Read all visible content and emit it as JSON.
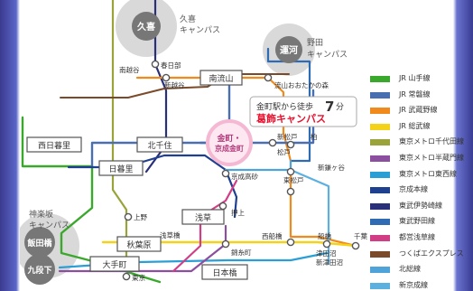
{
  "campuses": {
    "kuki": {
      "badge": "久喜",
      "label_line1": "久喜",
      "label_line2": "キャンパス"
    },
    "unga": {
      "badge": "運河",
      "label_line1": "野田",
      "label_line2": "キャンパス"
    },
    "kagurazaka": {
      "badge1": "飯田橋",
      "badge2": "九段下",
      "label_line1": "神楽坂",
      "label_line2": "キャンパス"
    },
    "katsushika": {
      "callout_line1": "金町駅から徒歩",
      "callout_number": "7",
      "callout_unit": "分",
      "callout_line2": "葛飾キャンパス",
      "station_line1": "金町・",
      "station_line2": "京成金町"
    }
  },
  "stations": {
    "kasukabe": "春日部",
    "minamikoshigaya": "南越谷",
    "shinkoshigaya": "新越谷",
    "minaminagareyama": "南流山",
    "nagareyama_otaka": "流山おおたかの森",
    "nishinippori": "西日暮里",
    "kitasenju": "北千住",
    "shinmatsudo": "新松戸",
    "kashiwa": "柏",
    "matsudo": "松戸",
    "shinkamagaya": "新鎌ヶ谷",
    "keisei_takasago": "京成高砂",
    "higashimatsudo": "東松戸",
    "nippori": "日暮里",
    "ueno": "上野",
    "asakusa": "浅草",
    "oshiage": "押上",
    "akihabara": "秋葉原",
    "asakusabashi": "浅草橋",
    "kinshicho": "錦糸町",
    "nishifunabashi": "西船橋",
    "funabashi": "船橋",
    "chiba": "千葉",
    "tsudanuma": "津田沼",
    "shintsudanuma": "新津田沼",
    "otemachi": "大手町",
    "nihonbashi": "日本橋",
    "tokyo": "東京"
  },
  "legend": [
    {
      "label": "JR 山手線",
      "color": "#3aa82c"
    },
    {
      "label": "JR 常磐線",
      "color": "#4a6fb0"
    },
    {
      "label": "JR 武蔵野線",
      "color": "#f08a1d"
    },
    {
      "label": "JR 総武線",
      "color": "#f5d21a"
    },
    {
      "label": "東京メトロ千代田線",
      "color": "#9aa33a"
    },
    {
      "label": "東京メトロ半蔵門線",
      "color": "#8c4f9f"
    },
    {
      "label": "東京メトロ東西線",
      "color": "#2a9fd6"
    },
    {
      "label": "京成本線",
      "color": "#1f3f8f"
    },
    {
      "label": "東武伊勢崎線",
      "color": "#2a2f7a"
    },
    {
      "label": "東武野田線",
      "color": "#2f6bb3"
    },
    {
      "label": "都営浅草線",
      "color": "#d23e86"
    },
    {
      "label": "つくばエクスプレス",
      "color": "#7a4a2a"
    },
    {
      "label": "北総線",
      "color": "#4fa3d9"
    },
    {
      "label": "新京成線",
      "color": "#5cb0e0"
    }
  ],
  "colors": {
    "badge_grey": "#777777",
    "katsushika_fill": "#fde8f2",
    "katsushika_ring": "#f5b8d3",
    "callout_text_red": "#e8112d"
  }
}
